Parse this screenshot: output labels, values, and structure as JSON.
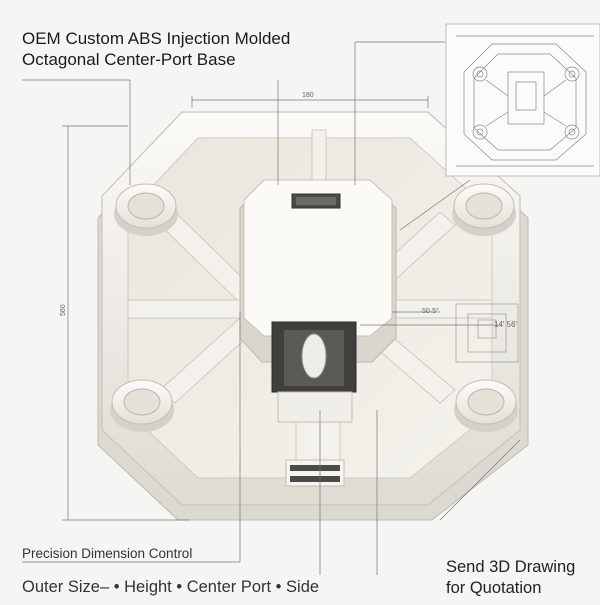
{
  "title": {
    "line1": "OEM Custom ABS Injection Molded",
    "line2": "Octagonal Center-Port Base"
  },
  "dimensions": {
    "width": "180",
    "height": "560",
    "right_a": "50·5°",
    "right_b": "14ʹ 56ʹ"
  },
  "bottom_left": {
    "caption": "Precision Dimension Control",
    "features": "Outer Size– • Height • Center Port • Side"
  },
  "bottom_right": {
    "line1": "Send 3D Drawing",
    "line2": "for Quotation"
  },
  "colors": {
    "background": "#f5f5f3",
    "part": "#f2f0ea",
    "line": "#555555"
  }
}
